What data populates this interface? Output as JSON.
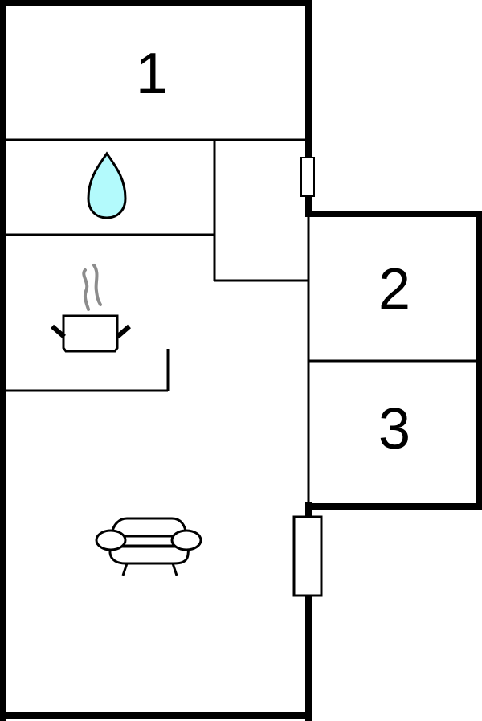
{
  "floor_plan": {
    "rooms": [
      {
        "id": "room-1",
        "label": "1",
        "type": "bedroom"
      },
      {
        "id": "room-2",
        "label": "2",
        "type": "bedroom"
      },
      {
        "id": "room-3",
        "label": "3",
        "type": "bedroom"
      },
      {
        "id": "bathroom",
        "label": "",
        "icon": "water-drop-icon"
      },
      {
        "id": "kitchen",
        "label": "",
        "icon": "cooking-pot-icon"
      },
      {
        "id": "living-room",
        "label": "",
        "icon": "sofa-icon"
      }
    ],
    "colors": {
      "wall": "#000000",
      "background": "#ffffff",
      "water_drop": "#b3fafc",
      "steam": "#8c8c8c"
    },
    "doors": [
      {
        "id": "door-upper",
        "position": "east wall upper"
      },
      {
        "id": "door-lower",
        "position": "east wall lower"
      }
    ]
  }
}
